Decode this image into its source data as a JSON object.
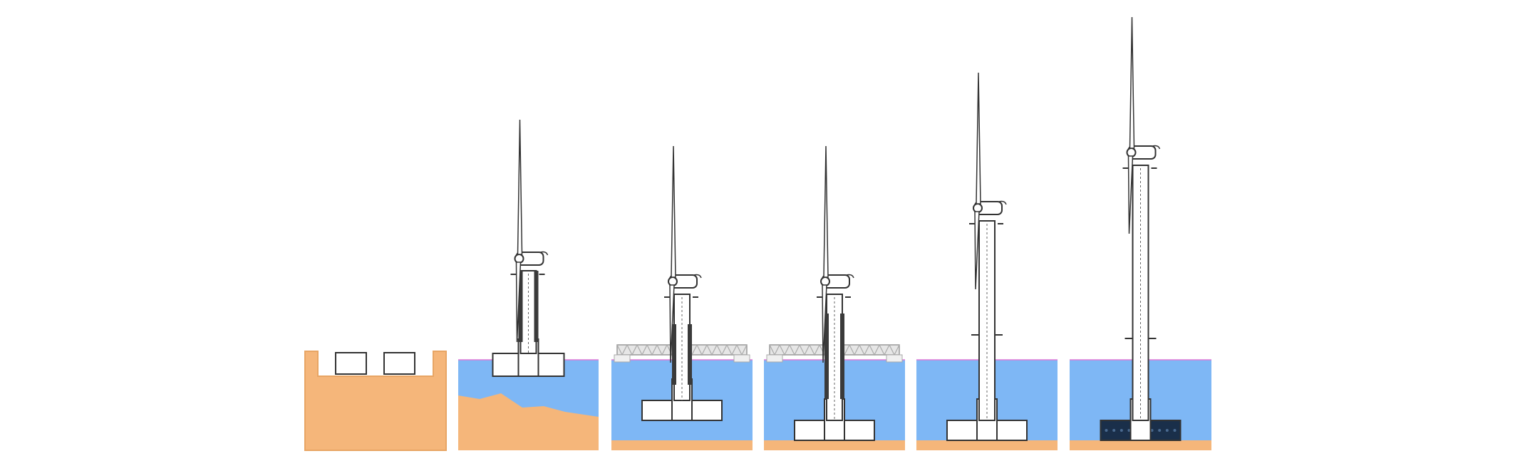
{
  "diagram": {
    "stages": [
      {
        "id": 1,
        "scene": "dry-dock",
        "medium": "sand",
        "foundation": "two-caissons",
        "turbine": false
      },
      {
        "id": 2,
        "scene": "float-out",
        "medium": "water-over-sloped-seabed",
        "foundation": "base-at-surface",
        "turbine": true,
        "tower_extension": "retracted"
      },
      {
        "id": 3,
        "scene": "sinking-with-barge",
        "medium": "water",
        "foundation": "base-submerged",
        "turbine": true,
        "barge": true,
        "tower_extension": "retracted"
      },
      {
        "id": 4,
        "scene": "landing-on-seabed",
        "medium": "water",
        "foundation": "base-on-seabed",
        "turbine": true,
        "barge": true,
        "tower_extension": "retracted"
      },
      {
        "id": 5,
        "scene": "telescoping-tower",
        "medium": "water",
        "foundation": "base-on-seabed",
        "turbine": true,
        "tower_extension": "partial"
      },
      {
        "id": 6,
        "scene": "ballasted-final",
        "medium": "water",
        "foundation": "base-ballasted",
        "turbine": true,
        "tower_extension": "full"
      }
    ],
    "colors": {
      "sand": "#f5b67a",
      "sand_edge": "#e8a564",
      "water": "#7eb7f5",
      "water_line": "#e07ad6",
      "seabed": "#f5b67a",
      "structure_fill": "#ffffff",
      "structure_stroke": "#333333",
      "inner_shaft": "#3a3a3a",
      "ballast": "#1a2f4a",
      "barge": "#e6e6e6"
    }
  }
}
